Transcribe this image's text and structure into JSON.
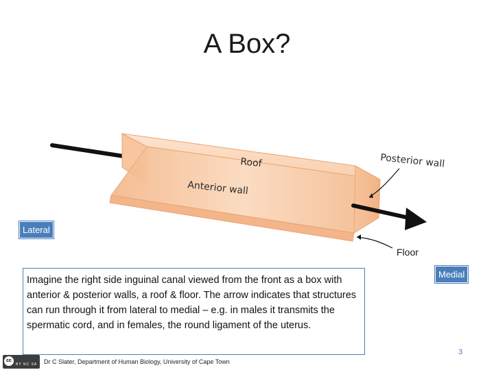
{
  "title": "A Box?",
  "labels": {
    "roof": "Roof",
    "anterior_wall": "Anterior wall",
    "posterior_wall": "Posterior wall",
    "floor": "Floor",
    "lateral": "Lateral",
    "medial": "Medial"
  },
  "description": "Imagine the right side inguinal canal viewed from the front as a box with anterior & posterior walls, a roof & floor. The arrow indicates that structures can run through it from lateral to medial – e.g. in males it transmits the spermatic cord, and in females, the round ligament of the uterus.",
  "footer": "Dr C Slater, Department of Human Biology, University of Cape Town",
  "page_number": "3",
  "license_badge": {
    "icon": "creative-commons-icon",
    "text": "BY NC SA"
  },
  "colors": {
    "box_fill": "#f7c9a3",
    "tag_blue": "#4a7ebb",
    "arrow": "#111111"
  }
}
